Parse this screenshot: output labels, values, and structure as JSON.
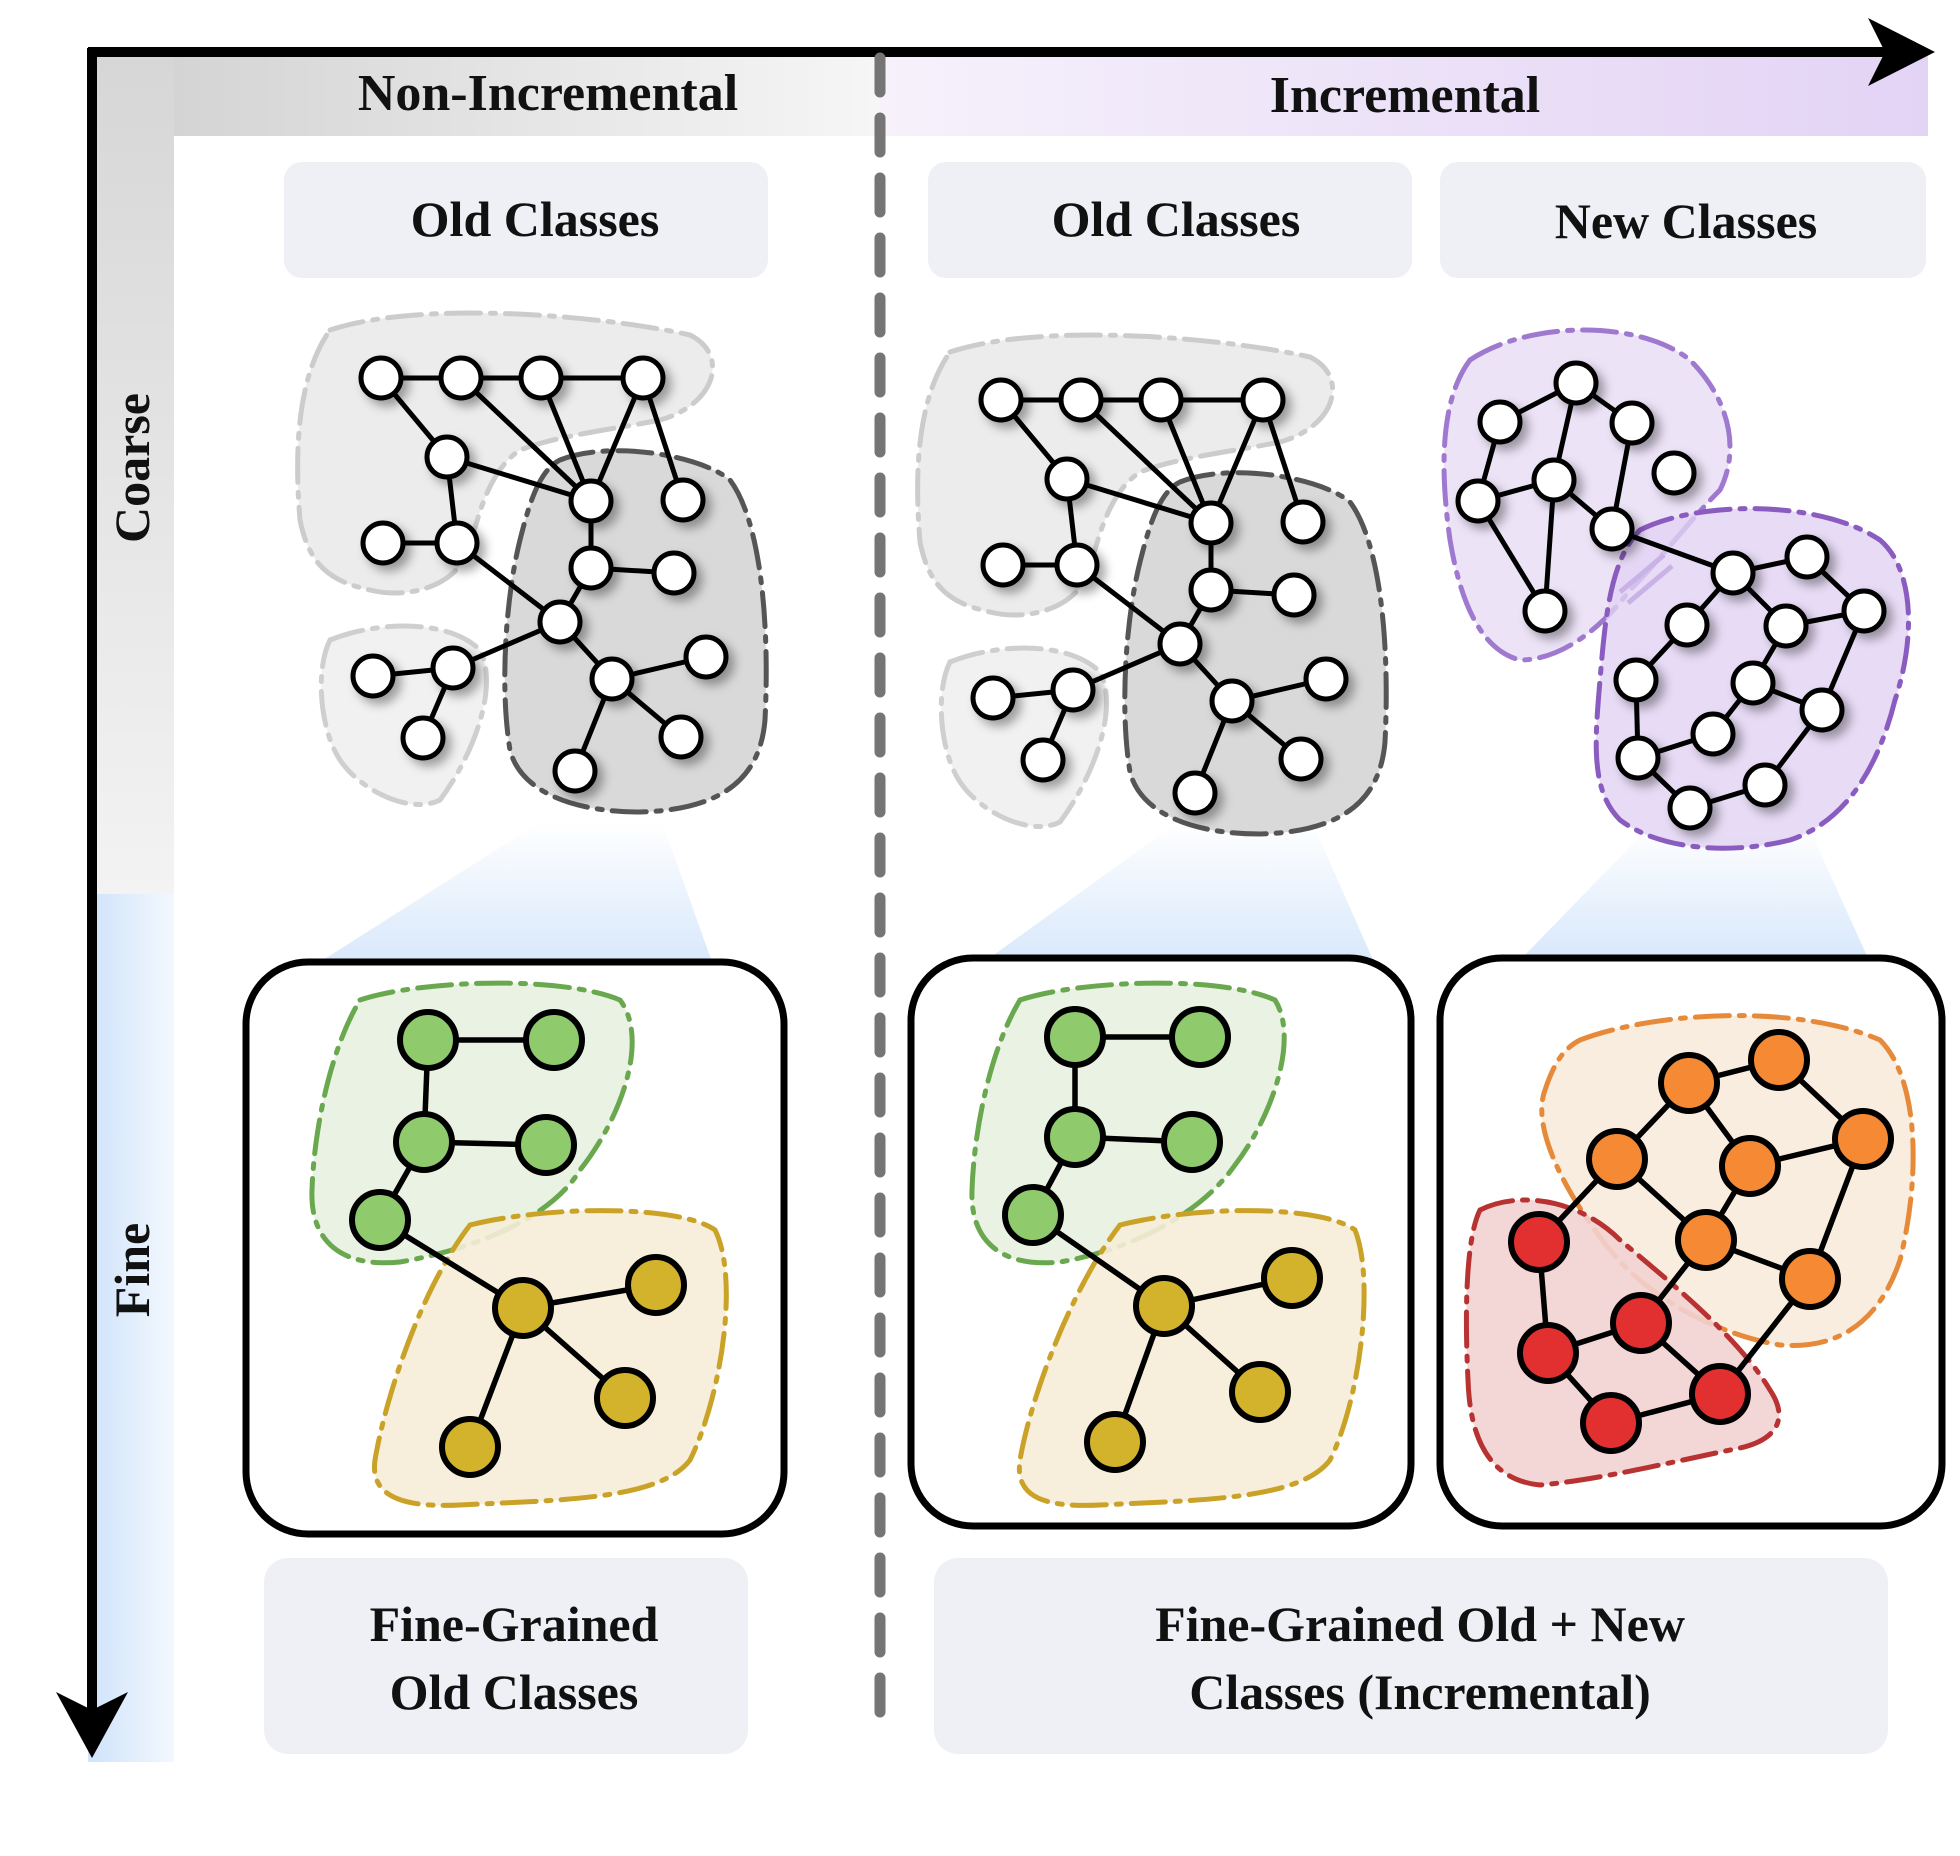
{
  "axes": {
    "horizontal": {
      "left_label": "Non-Incremental",
      "right_label": "Incremental"
    },
    "vertical": {
      "top_label": "Coarse",
      "bottom_label": "Fine"
    }
  },
  "columns": {
    "non_incremental": {
      "top_box": "Old Classes",
      "bottom_box": [
        "Fine-Grained",
        "Old Classes"
      ]
    },
    "incremental": {
      "top_box_old": "Old Classes",
      "top_box_new": "New Classes",
      "bottom_box": [
        "Fine-Grained Old + New",
        "Classes (Incremental)"
      ]
    }
  },
  "colors": {
    "coarse_old_cluster": "#c9c9c9",
    "coarse_new_cluster": "#8e62c4",
    "fine_green": "#8fca6c",
    "fine_gold": "#d3b22c",
    "fine_orange": "#f68a34",
    "fine_red": "#e23030",
    "label_box": "#eef0f5",
    "incremental_header": "#e7d9f7",
    "fine_axis_band": "#dcebfb"
  }
}
